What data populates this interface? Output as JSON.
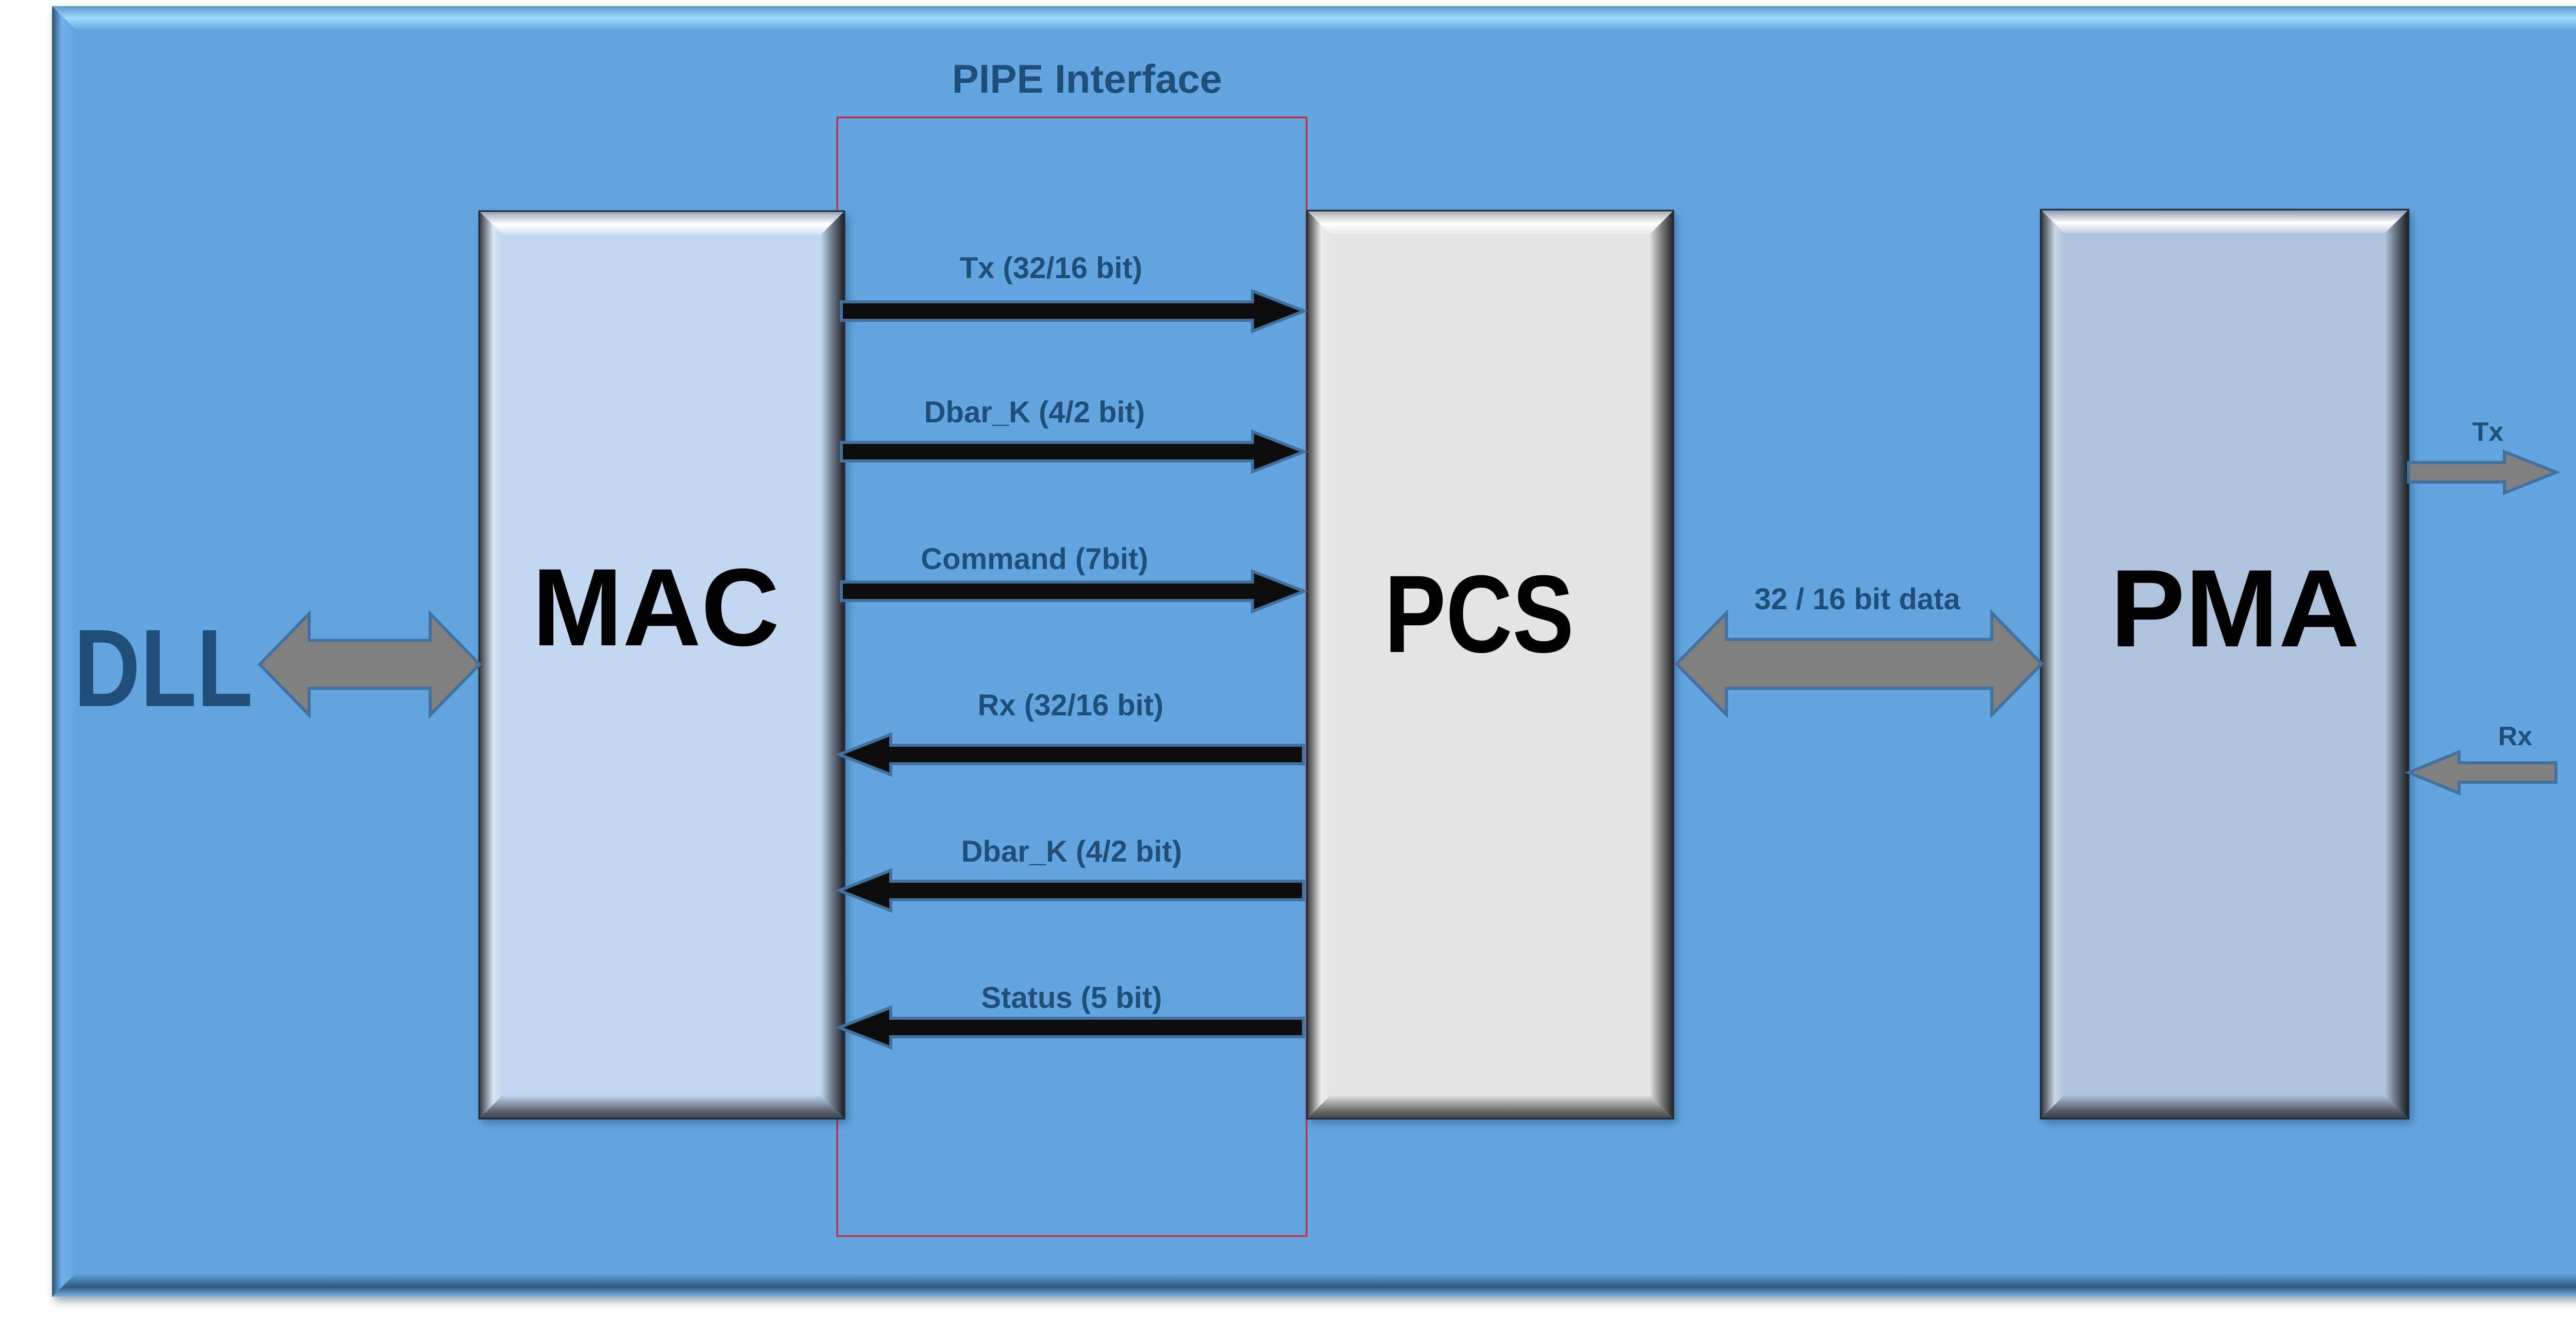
{
  "diagram": {
    "title": "PIPE Interface",
    "external_layer": "DLL",
    "blocks": [
      {
        "id": "mac",
        "label": "MAC"
      },
      {
        "id": "pcs",
        "label": "PCS"
      },
      {
        "id": "pma",
        "label": "PMA"
      }
    ],
    "pipe_signals": [
      {
        "label": "Tx (32/16 bit)",
        "direction": "MAC→PCS"
      },
      {
        "label": "Dbar_K (4/2 bit)",
        "direction": "MAC→PCS"
      },
      {
        "label": "Command (7bit)",
        "direction": "MAC→PCS"
      },
      {
        "label": "Rx (32/16 bit)",
        "direction": "PCS→MAC"
      },
      {
        "label": "Dbar_K (4/2 bit)",
        "direction": "PCS→MAC"
      },
      {
        "label": "Status (5 bit)",
        "direction": "PCS→MAC"
      }
    ],
    "pcs_pma_link": {
      "label": "32 / 16 bit data",
      "direction": "bidirectional"
    },
    "dll_mac_link": {
      "direction": "bidirectional"
    },
    "pma_outputs": [
      {
        "label": "Tx",
        "direction": "out"
      },
      {
        "label": "Rx",
        "direction": "in"
      }
    ],
    "colors": {
      "background": "#64a5e0",
      "mac_fill": "#c3d7f0",
      "pcs_fill": "#e4e4e4",
      "pma_fill": "#b0c3dd",
      "label_text": "#1f4e79",
      "block_text": "#000000",
      "pipe_boundary": "#d0202a",
      "signal_arrow": "#0c0c0c",
      "link_arrow": "#808080",
      "arrow_outline": "#41719c"
    }
  }
}
